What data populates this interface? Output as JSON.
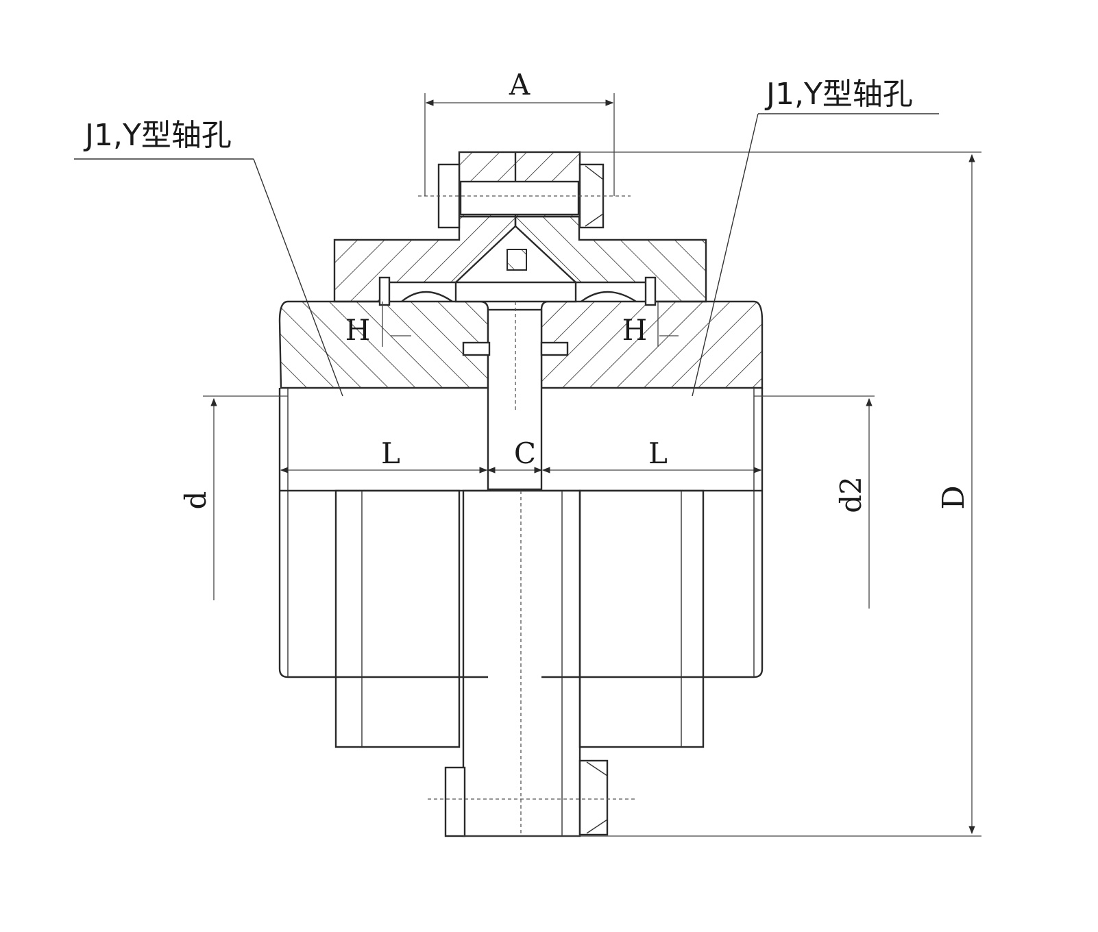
{
  "labels": {
    "shaft_hole_left": "J1,Y型轴孔",
    "shaft_hole_right": "J1,Y型轴孔",
    "dim_A": "A",
    "dim_H_left": "H",
    "dim_H_right": "H",
    "dim_L_left": "L",
    "dim_C": "C",
    "dim_L_right": "L",
    "dim_d": "d",
    "dim_d2": "d2",
    "dim_D": "D"
  },
  "colors": {
    "line": "#2a2a2a",
    "background": "#ffffff"
  }
}
